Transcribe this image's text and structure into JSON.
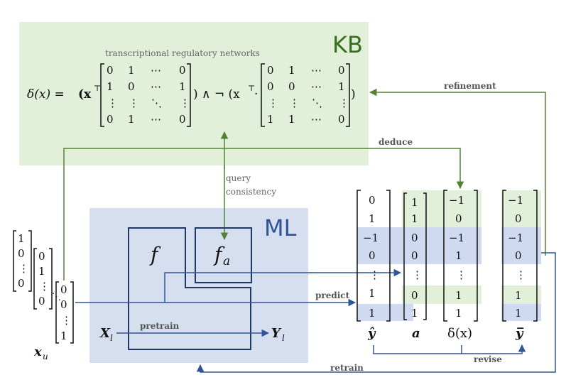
{
  "kb": {
    "title": "KB",
    "subtitle": "transcriptional regulatory networks",
    "formula_lhs": "δ(x) =",
    "open1": "(x",
    "transpose1": "⊤",
    "mid": ") ∧ ¬ (x",
    "transpose2": "⊤",
    "dot": "·",
    "close": ")",
    "matrix1": [
      [
        "0",
        "1",
        "⋯",
        "0"
      ],
      [
        "1",
        "0",
        "⋯",
        "1"
      ],
      [
        "⋮",
        "⋮",
        "⋱",
        "⋮"
      ],
      [
        "0",
        "1",
        "⋯",
        "0"
      ]
    ],
    "matrix2": [
      [
        "0",
        "1",
        "⋯",
        "0"
      ],
      [
        "0",
        "0",
        "⋯",
        "1"
      ],
      [
        "⋮",
        "⋮",
        "⋱",
        "⋮"
      ],
      [
        "1",
        "1",
        "⋯",
        "0"
      ]
    ]
  },
  "ml": {
    "title": "ML",
    "f": "f",
    "fa": "f",
    "fa_sub": "a",
    "xl": "X",
    "xl_sub": "l",
    "yl": "Y",
    "yl_sub": "l",
    "pretrain": "pretrain"
  },
  "labels": {
    "refinement": "refinement",
    "deduce": "deduce",
    "query1": "query",
    "query2": "consistency",
    "predict": "predict",
    "retrain": "retrain",
    "revise": "revise"
  },
  "xu": {
    "label": "x",
    "sub": "u",
    "v1": [
      "1",
      "0",
      "⋮",
      "0"
    ],
    "v2": [
      "0",
      "1",
      "⋮",
      "0"
    ],
    "v3": [
      "0",
      "0",
      "⋮",
      "1"
    ]
  },
  "columns": {
    "yhat": {
      "label": "ŷ",
      "values": [
        "0",
        "1",
        "−1",
        "0",
        "⋮",
        "1",
        "1"
      ]
    },
    "a": {
      "label": "a",
      "values": [
        "1",
        "1",
        "0",
        "0",
        "⋮",
        "0",
        "1"
      ]
    },
    "delta": {
      "label": "δ(x)",
      "values": [
        "−1",
        "0",
        "−1",
        "1",
        "⋮",
        "1",
        "1"
      ]
    },
    "ybar": {
      "label": "y̅",
      "values": [
        "−1",
        "0",
        "−1",
        "0",
        "⋮",
        "1",
        "1"
      ]
    }
  },
  "colors": {
    "kb_bg": "#e2efd9",
    "ml_bg": "#d6dff0",
    "green_line": "#548235",
    "blue_line": "#2f5597",
    "kb_title": "#3a6e1f",
    "ml_title": "#2f5597",
    "green_band": "#e2efd9",
    "blue_band": "#cfdaf0"
  }
}
